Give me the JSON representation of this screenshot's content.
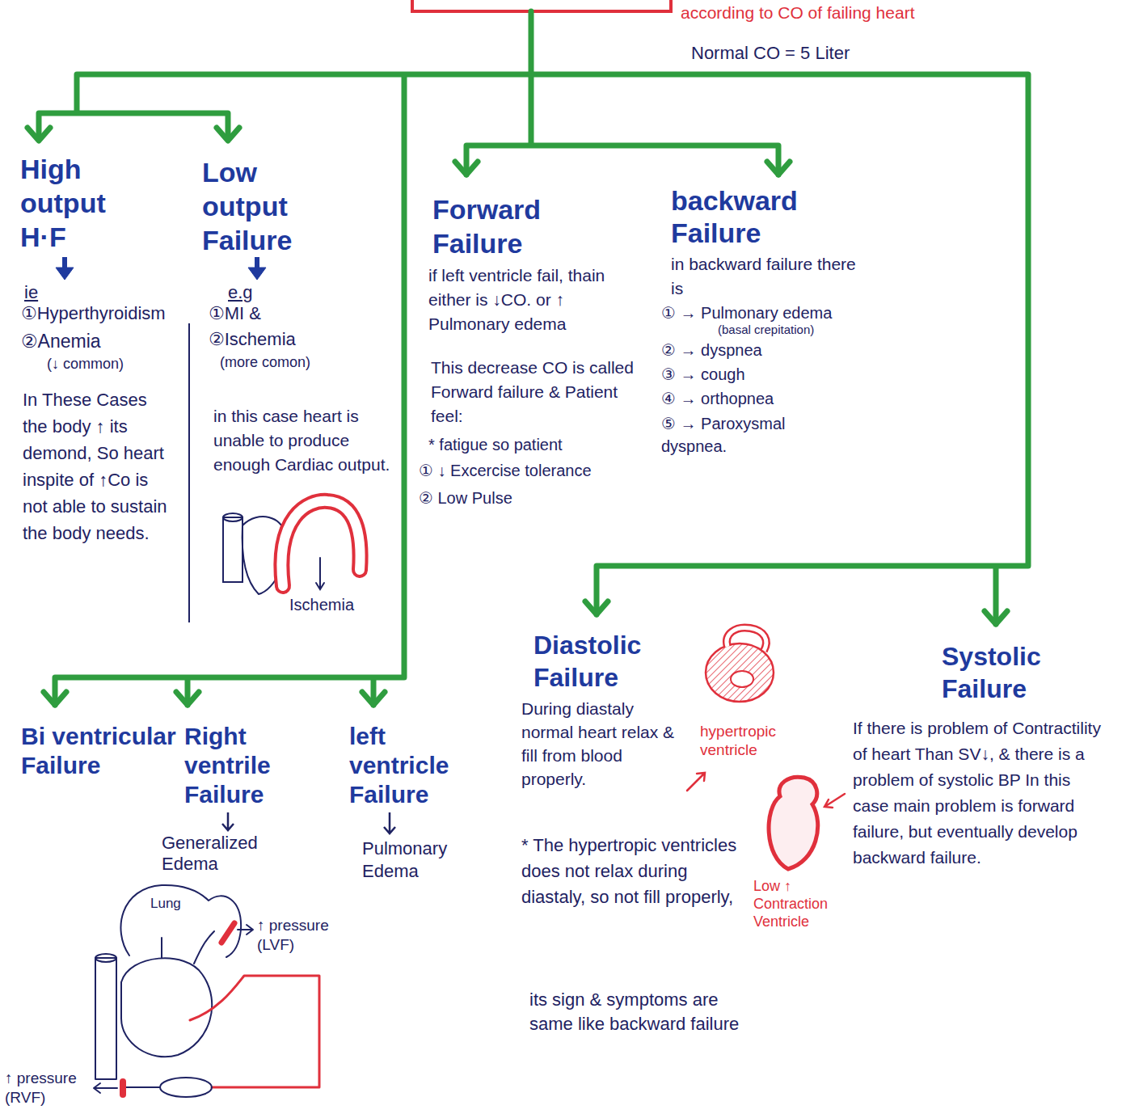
{
  "diagram": {
    "labels": [
      "according to CO of failing heart",
      "Normal CO = 5 Liter",
      "High output H·F",
      "ie",
      "①Hyperthyroidism",
      "②Anemia",
      "(↓ common)",
      "In These Cases the body ↑ its demond, So heart inspite of ↑Co is not able to sustain the body needs.",
      "Low output Failure",
      "e.g",
      "①MI &",
      "②Ischemia",
      "(more comon)",
      "in this case heart is unable to produce enough Cardiac output.",
      "Ischemia",
      "Forward Failure",
      "if left ventricle fail, thain either is ↓CO. or ↑ Pulmonary edema",
      "This decrease CO is called Forward failure & Patient feel:",
      "* fatigue so patient",
      "① ↓ Excercise tolerance",
      "② Low Pulse",
      "backward Failure",
      "in backward failure there is",
      "① → Pulmonary edema",
      "(basal crepitation)",
      "② → dyspnea",
      "③ → cough",
      "④ → orthopnea",
      "⑤ → Paroxysmal dyspnea.",
      "Bi ventricular Failure",
      "Right ventrile Failure",
      "Generalized Edema",
      "left ventricle Failure",
      "Pulmonary Edema",
      "Lung",
      "↑ pressure (LVF)",
      "↑ pressure (RVF)",
      "Diastolic Failure",
      "hypertropic ventricle",
      "During diastaly normal heart relax & fill from blood properly.",
      "* The hypertropic ventricles does not relax during diastaly, so not fill properly,",
      "its sign & symptoms are same like backward failure",
      "Systolic Failure",
      "If there is problem of Contractility of heart Than SV↓, & there is a problem of systolic BP In this case main problem is forward failure, but eventually develop backward failure.",
      "Low ↑ Contraction Ventricle"
    ]
  }
}
